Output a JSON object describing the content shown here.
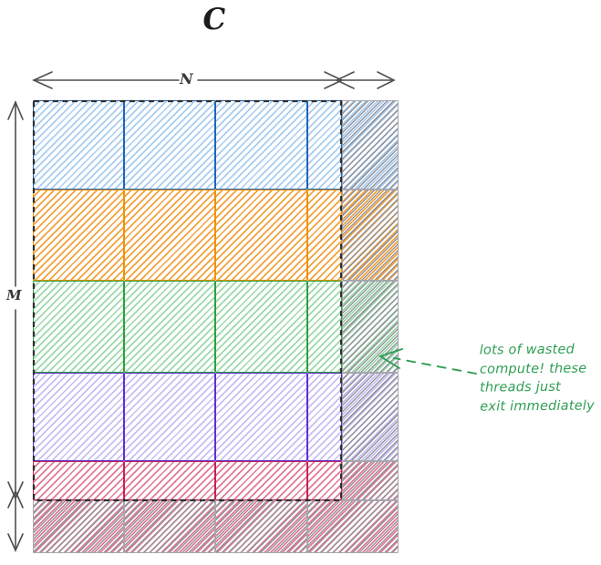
{
  "title": "C",
  "dimension_labels": {
    "width": "N",
    "height": "M"
  },
  "annotation": {
    "lines": [
      "lots of wasted",
      "compute! these",
      "threads just",
      "exit immediately"
    ],
    "color": "#2f9e54"
  },
  "diagram": {
    "type": "matrix-block-grid",
    "block_rows": [
      {
        "name": "block-row-1",
        "hatch": "#a9cdf0",
        "border": "#2065b5"
      },
      {
        "name": "block-row-2",
        "hatch": "#f2a23c",
        "border": "#ed9306"
      },
      {
        "name": "block-row-3",
        "hatch": "#9cd9ab",
        "border": "#2f9e3f"
      },
      {
        "name": "block-row-4",
        "hatch": "#c7bef4",
        "border": "#5a30d2"
      },
      {
        "name": "block-row-5",
        "hatch": "#e27a95",
        "border": "#c52259"
      }
    ],
    "outside_region": {
      "hatch": "#94949c",
      "border": "#a6a6ae"
    },
    "outline_color": "#2e2e2e",
    "arrow_color": "#4f4f4f"
  }
}
